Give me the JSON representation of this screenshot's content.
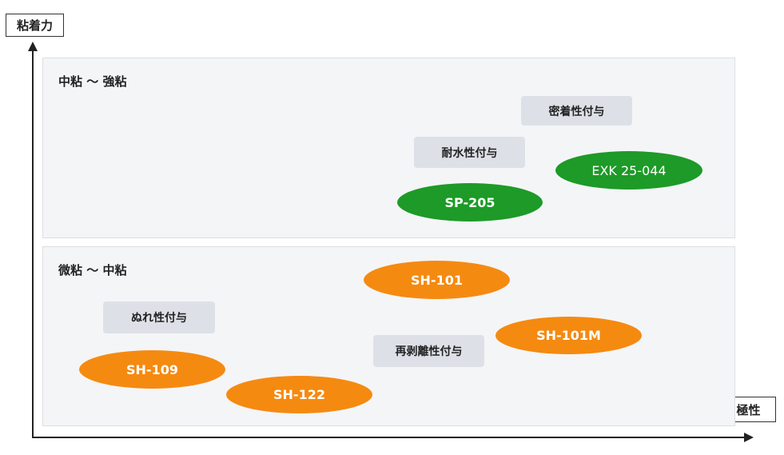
{
  "axes": {
    "y_label": "粘着力",
    "x_label": "極性"
  },
  "regions": {
    "upper": {
      "label": "中粘 〜 強粘"
    },
    "lower": {
      "label": "微粘 〜 中粘"
    }
  },
  "tags": {
    "adhesion": "密着性付与",
    "water_resistance": "耐水性付与",
    "wetting": "ぬれ性付与",
    "removability": "再剥離性付与"
  },
  "products": {
    "exk": {
      "label": "EXK 25-044",
      "color": "#1d9a27"
    },
    "sp205": {
      "label": "SP-205",
      "color": "#1d9a27"
    },
    "sh101": {
      "label": "SH-101",
      "color": "#f58a11"
    },
    "sh101m": {
      "label": "SH-101M",
      "color": "#f58a11"
    },
    "sh109": {
      "label": "SH-109",
      "color": "#f58a11"
    },
    "sh122": {
      "label": "SH-122",
      "color": "#f58a11"
    }
  }
}
